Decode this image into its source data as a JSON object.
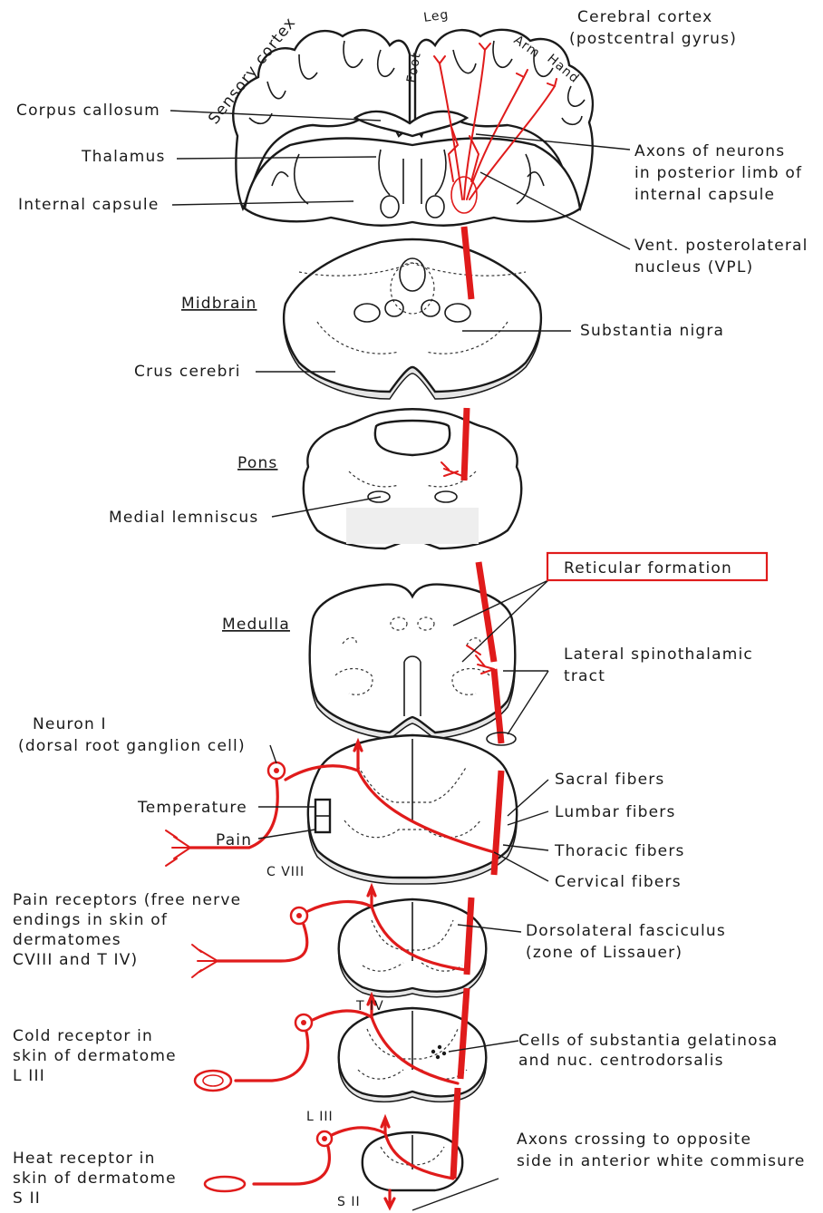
{
  "labels": {
    "sensory_cortex": "Sensory cortex",
    "cerebral_cortex_line1": "Cerebral cortex",
    "cerebral_cortex_line2": "(postcentral gyrus)",
    "leg": "Leg",
    "foot": "Foot",
    "arm": "Arm",
    "hand": "Hand",
    "corpus_callosum": "Corpus callosum",
    "thalamus": "Thalamus",
    "internal_capsule": "Internal capsule",
    "axons_line1": "Axons of neurons",
    "axons_line2": "in posterior limb of",
    "axons_line3": "internal capsule",
    "vpl_line1": "Vent. posterolateral",
    "vpl_line2": "nucleus (VPL)",
    "midbrain": "Midbrain",
    "substantia_nigra": "Substantia nigra",
    "crus_cerebri": "Crus cerebri",
    "pons": "Pons",
    "medial_lemniscus": "Medial lemniscus",
    "reticular_formation": "Reticular formation",
    "medulla": "Medulla",
    "lateral_st_line1": "Lateral spinothalamic",
    "lateral_st_line2": "tract",
    "neuron1_line1": "Neuron I",
    "neuron1_line2": "(dorsal root ganglion cell)",
    "temperature": "Temperature",
    "pain": "Pain",
    "sacral_fibers": "Sacral fibers",
    "lumbar_fibers": "Lumbar fibers",
    "thoracic_fibers": "Thoracic fibers",
    "cervical_fibers": "Cervical fibers",
    "c_viii": "C VIII",
    "pain_rec_line1": "Pain receptors (free nerve",
    "pain_rec_line2": "endings in skin of",
    "pain_rec_line3": "dermatomes",
    "pain_rec_line4": "CVIII  and  T IV)",
    "dorsolateral_line1": "Dorsolateral fasciculus",
    "dorsolateral_line2": "(zone of Lissauer)",
    "t_iv": "T IV",
    "cold_line1": "Cold receptor in",
    "cold_line2": "skin of dermatome",
    "cold_line3": "L III",
    "sg_line1": "Cells of substantia gelatinosa",
    "sg_line2": "and nuc. centrodorsalis",
    "l_iii": "L III",
    "heat_line1": "Heat receptor in",
    "heat_line2": "skin of dermatome",
    "heat_line3": "S II",
    "crossing_line1": "Axons crossing to opposite",
    "crossing_line2": "side in anterior white commisure",
    "s_ii": "S II"
  },
  "colors": {
    "pathway": "#e01b1b",
    "ink": "#1a1a1a",
    "highlight_box": "#e01b1b"
  }
}
